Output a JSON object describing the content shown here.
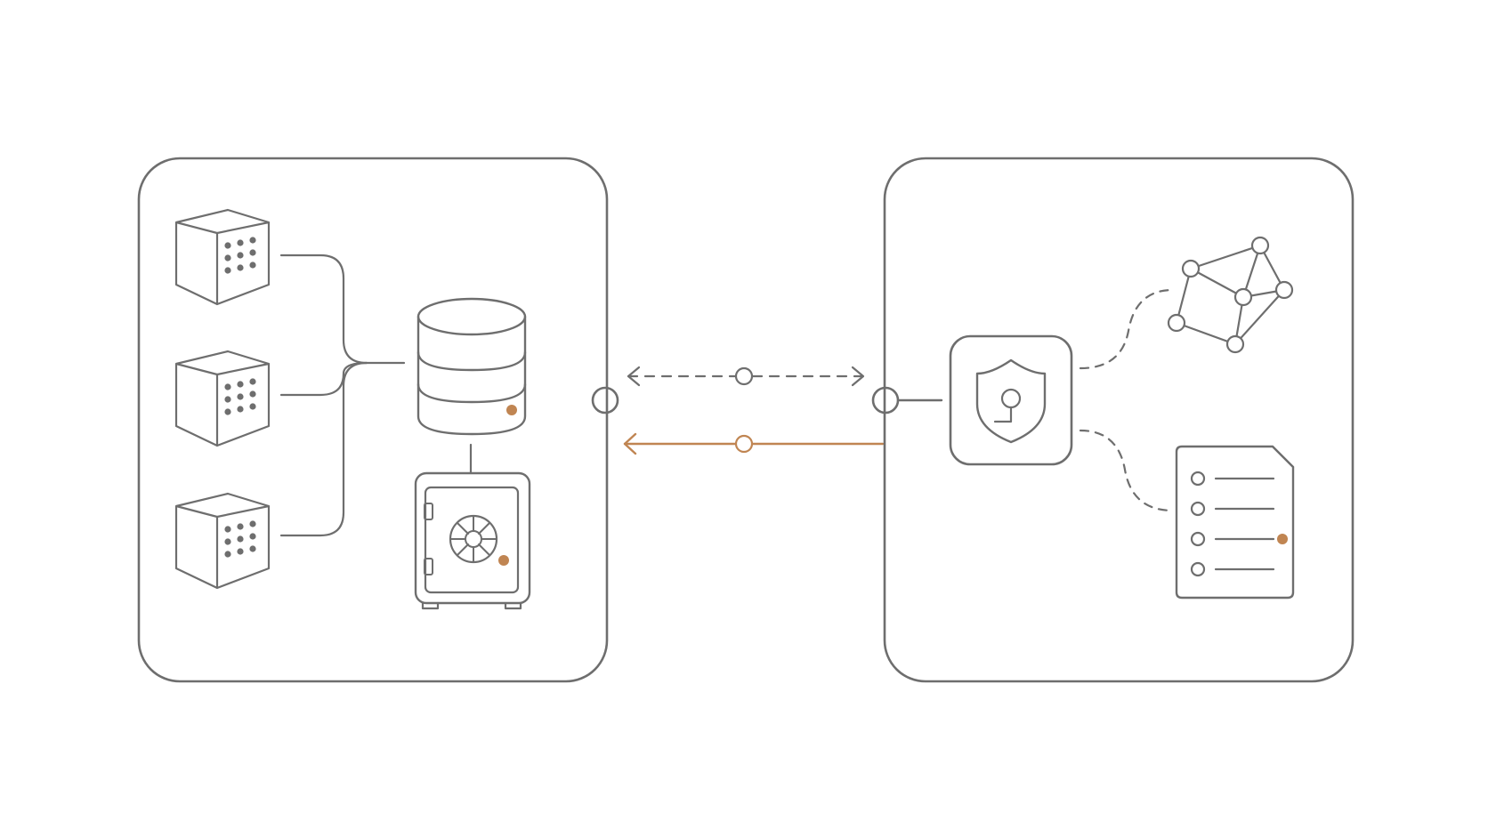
{
  "colors": {
    "background": "#ffffff",
    "line": "#6e6e6e",
    "accent": "#c08552"
  },
  "panels": [
    {
      "id": "left-panel",
      "items": [
        {
          "icon": "server-cube-icon"
        },
        {
          "icon": "server-cube-icon"
        },
        {
          "icon": "server-cube-icon"
        },
        {
          "icon": "database-icon",
          "status_dot": "accent"
        },
        {
          "icon": "safe-vault-icon",
          "status_dot": "accent"
        }
      ]
    },
    {
      "id": "right-panel",
      "items": [
        {
          "icon": "shield-keyhole-icon"
        },
        {
          "icon": "network-graph-icon"
        },
        {
          "icon": "checklist-document-icon",
          "status_dot": "accent"
        }
      ]
    }
  ],
  "connections": [
    {
      "from": "left-panel",
      "to": "right-panel",
      "style": "dashed",
      "direction": "bidirectional",
      "color": "line"
    },
    {
      "from": "right-panel",
      "to": "left-panel",
      "style": "solid",
      "direction": "one-way",
      "color": "accent"
    }
  ]
}
